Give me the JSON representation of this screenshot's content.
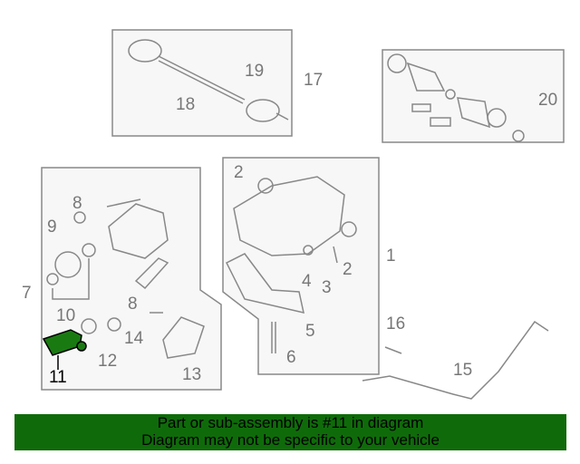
{
  "diagram": {
    "callouts": [
      "1",
      "2",
      "2",
      "3",
      "4",
      "5",
      "6",
      "7",
      "8",
      "8",
      "9",
      "10",
      "11",
      "12",
      "13",
      "14",
      "15",
      "16",
      "17",
      "18",
      "19",
      "20"
    ],
    "selected_part": "11",
    "colors": {
      "selected": "#1a7a12",
      "banner": "#0f6b0a",
      "lines": "#888888"
    }
  },
  "banner": {
    "line1": "Part or sub-assembly is #11 in diagram",
    "line2": "Diagram may not be specific to your vehicle"
  }
}
